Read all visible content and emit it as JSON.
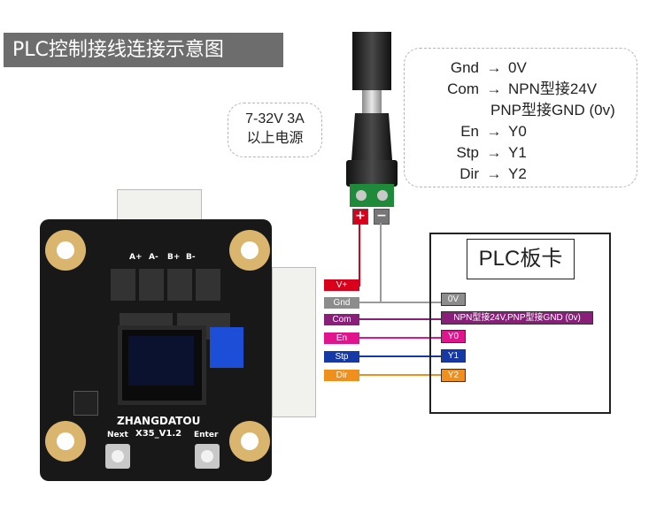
{
  "title": "PLC控制接线连接示意图",
  "power": {
    "line1": "7-32V 3A",
    "line2": "以上电源",
    "plus": "+",
    "minus": "−"
  },
  "legend": {
    "arrow": "→",
    "rows": [
      {
        "left": "Gnd",
        "right": "0V"
      },
      {
        "left": "Com",
        "right": "NPN型接24V"
      },
      {
        "left": "",
        "right": "PNP型接GND (0v)"
      },
      {
        "left": "En",
        "right": "Y0"
      },
      {
        "left": "Stp",
        "right": "Y1"
      },
      {
        "left": "Dir",
        "right": "Y2"
      }
    ]
  },
  "plc": {
    "title": "PLC板卡"
  },
  "board": {
    "name": "ZHANGDATOU",
    "version": "X35_V1.2",
    "next": "Next",
    "enter": "Enter",
    "motor_pins": [
      "A+",
      "A-",
      "B+",
      "B-"
    ]
  },
  "connections": [
    {
      "board": "V+",
      "plc": "",
      "color": "#d9001b"
    },
    {
      "board": "Gnd",
      "plc": "0V",
      "color": "#808080"
    },
    {
      "board": "Com",
      "plc": "NPN型接24V,PNP型接GND (0v)",
      "color": "#8a1f7a"
    },
    {
      "board": "En",
      "plc": "Y0",
      "color": "#e0148c"
    },
    {
      "board": "Stp",
      "plc": "Y1",
      "color": "#1639a8"
    },
    {
      "board": "Dir",
      "plc": "Y2",
      "color": "#f0901c"
    }
  ]
}
